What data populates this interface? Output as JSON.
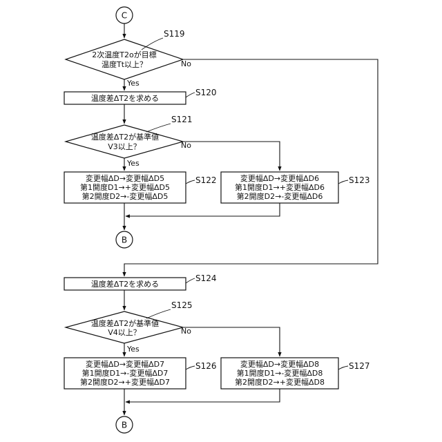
{
  "connectors": {
    "start": "C",
    "end_1": "B",
    "end_2": "B"
  },
  "steps": {
    "s119": {
      "label": "S119",
      "line1": "2次温度T2oが目標",
      "line2": "温度Tt以上？"
    },
    "s120": {
      "label": "S120",
      "text": "温度差ΔT2を求める"
    },
    "s121": {
      "label": "S121",
      "line1": "温度差ΔT2が基準値",
      "line2": "V3以上？"
    },
    "s122": {
      "label": "S122",
      "line1": "変更幅ΔD→変更幅ΔD5",
      "line2": "第1開度D1→+変更幅ΔD5",
      "line3": "第2開度D2→-変更幅ΔD5"
    },
    "s123": {
      "label": "S123",
      "line1": "変更幅ΔD→変更幅ΔD6",
      "line2": "第1開度D1→+変更幅ΔD6",
      "line3": "第2開度D2→-変更幅ΔD6"
    },
    "s124": {
      "label": "S124",
      "text": "温度差ΔT2を求める"
    },
    "s125": {
      "label": "S125",
      "line1": "温度差ΔT2が基準値",
      "line2": "V4以上？"
    },
    "s126": {
      "label": "S126",
      "line1": "変更幅ΔD→変更幅ΔD7",
      "line2": "第1開度D1→-変更幅ΔD7",
      "line3": "第2開度D2→+変更幅ΔD7"
    },
    "s127": {
      "label": "S127",
      "line1": "変更幅ΔD→変更幅ΔD8",
      "line2": "第1開度D1→-変更幅ΔD8",
      "line3": "第2開度D2→+変更幅ΔD8"
    }
  },
  "branches": {
    "yes": "Yes",
    "no": "No"
  }
}
